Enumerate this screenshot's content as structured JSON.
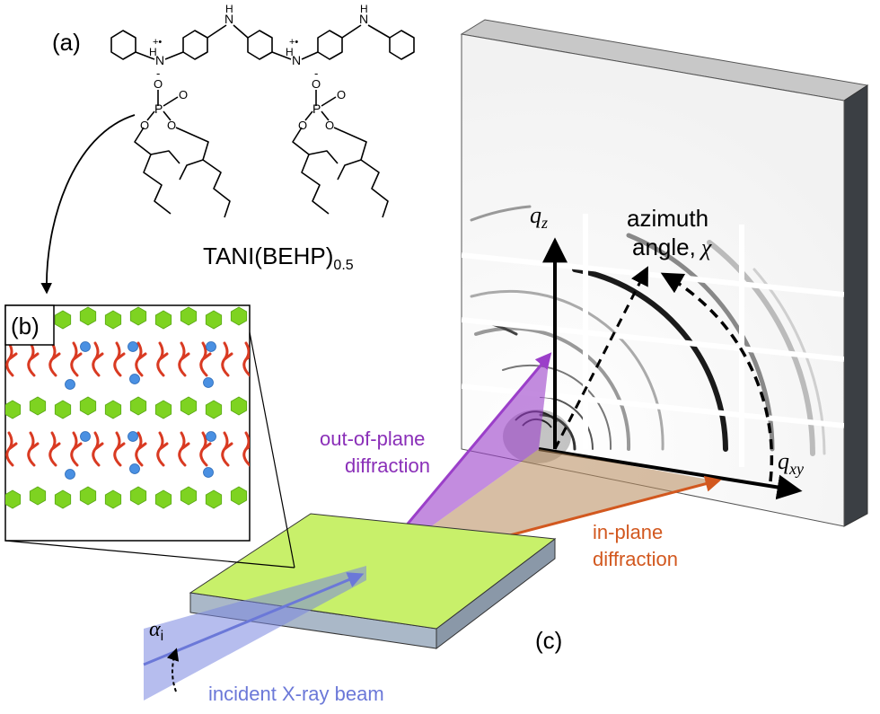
{
  "panel_labels": {
    "a": "(a)",
    "b": "(b)",
    "c": "(c)"
  },
  "molecule": {
    "name_main": "TANI(BEHP)",
    "name_subscript": "0.5",
    "atom_labels": {
      "nh": "H",
      "n": "N",
      "radical_cation": "+•",
      "o": "O",
      "p": "P",
      "o_minus": "-"
    }
  },
  "detector": {
    "qz_base": "q",
    "qz_sub": "z",
    "qxy_base": "q",
    "qxy_sub": "xy",
    "azimuth_line1": "azimuth",
    "azimuth_line2": "angle,",
    "azimuth_symbol": "χ"
  },
  "beams": {
    "out_of_plane_line1": "out-of-plane",
    "out_of_plane_line2": "diffraction",
    "in_plane_line1": "in-plane",
    "in_plane_line2": "diffraction",
    "incident": "incident X-ray beam",
    "alpha_base": "α",
    "alpha_sub": "i"
  },
  "colors": {
    "film_top": "#c8f06a",
    "film_side": "#aab8c8",
    "hexagon": "#7ed321",
    "side_chain": "#d93a22",
    "phosphate_bead": "#4a90e2",
    "out_of_plane": "#9b3fc9",
    "in_plane": "#d2581f",
    "incident": "#7a86e0"
  }
}
